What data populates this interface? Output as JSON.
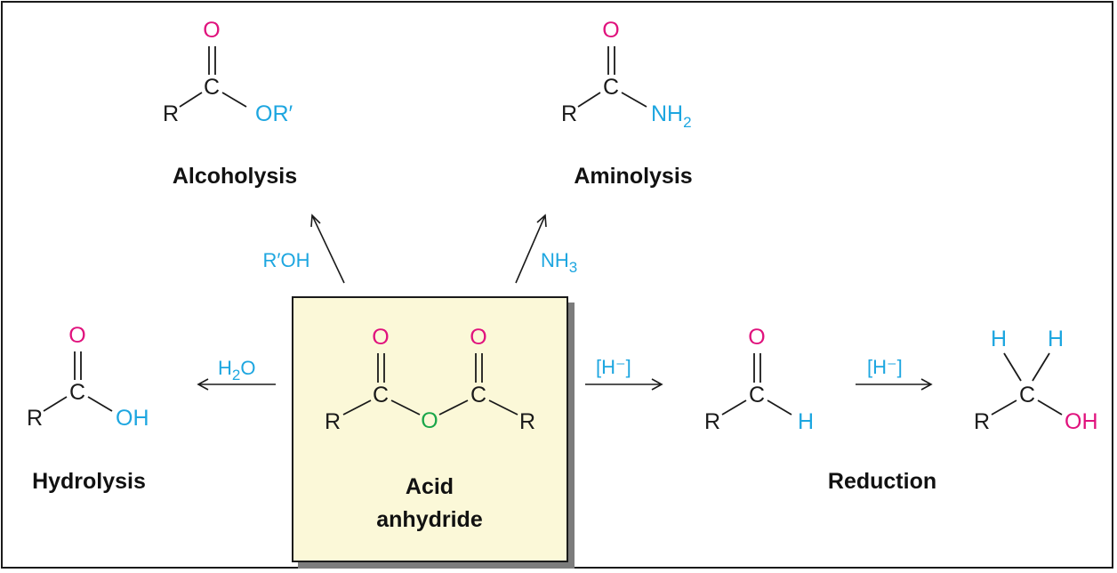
{
  "colors": {
    "carbon_r": "#1a1a1a",
    "oxygen_carbonyl": "#e0127d",
    "reagent_blue": "#1da6e0",
    "bridging_oxygen": "#1aa64a",
    "highlight_box": "#fbf8d8"
  },
  "center": {
    "title_line1": "Acid",
    "title_line2": "anhydride",
    "atoms": {
      "o_left": "O",
      "o_right": "O",
      "c_left": "C",
      "c_right": "C",
      "o_bridge": "O",
      "r_left": "R",
      "r_right": "R"
    }
  },
  "alcoholysis": {
    "title": "Alcoholysis",
    "reagent": "R′OH",
    "atoms": {
      "o": "O",
      "c": "C",
      "r": "R",
      "or": "OR′"
    }
  },
  "aminolysis": {
    "title": "Aminolysis",
    "reagent_main": "NH",
    "reagent_sub": "3",
    "atoms": {
      "o": "O",
      "c": "C",
      "r": "R",
      "nh": "NH",
      "nh_sub": "2"
    }
  },
  "hydrolysis": {
    "title": "Hydrolysis",
    "reagent_a": "H",
    "reagent_sub": "2",
    "reagent_b": "O",
    "atoms": {
      "o": "O",
      "c": "C",
      "r": "R",
      "oh": "OH"
    }
  },
  "reduction": {
    "title": "Reduction",
    "reagent_1": "[H⁻]",
    "reagent_2": "[H⁻]",
    "aldehyde_atoms": {
      "o": "O",
      "c": "C",
      "r": "R",
      "h": "H"
    },
    "alcohol_atoms": {
      "h1": "H",
      "h2": "H",
      "c": "C",
      "r": "R",
      "oh": "OH"
    }
  }
}
